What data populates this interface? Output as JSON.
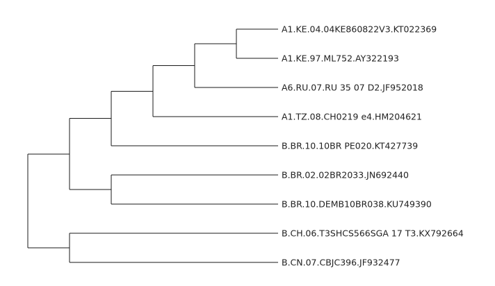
{
  "tree": {
    "leaves": [
      "A1.KE.04.04KE860822V3.KT022369",
      "A1.KE.97.ML752.AY322193",
      "A6.RU.07.RU 35 07 D2.JF952018",
      "A1.TZ.08.CH0219 e4.HM204621",
      "B.BR.10.10BR PE020.KT427739",
      "B.BR.02.02BR2033.JN692440",
      "B.BR.10.DEMB10BR038.KU749390",
      "B.CH.06.T3SHCS566SGA 17 T3.KX792664",
      "B.CN.07.CBJC396.JF932477"
    ],
    "topology": [
      [
        [
          [
            [
              [
                0,
                1
              ],
              2
            ],
            3
          ],
          4
        ],
        [
          5,
          6
        ]
      ],
      [
        7,
        8
      ]
    ]
  }
}
